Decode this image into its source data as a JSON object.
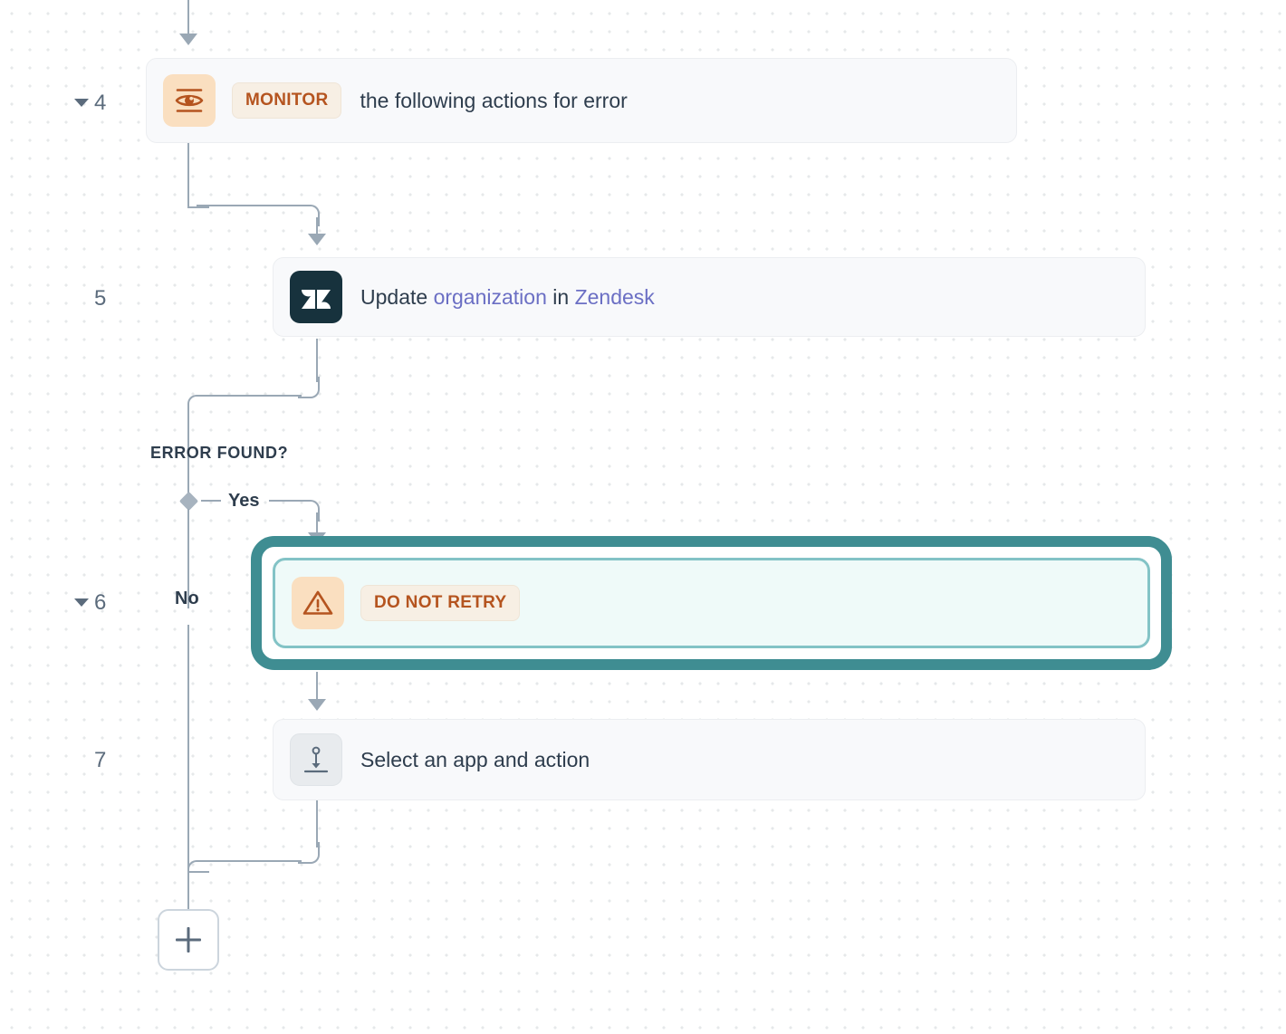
{
  "canvas": {
    "background": "#ffffff",
    "grid_dot_color": "#e6e8ea",
    "connector_color": "#9aa8b5"
  },
  "colors": {
    "accent_selected_outer": "#3f8d92",
    "accent_selected_inner": "#83c3c6",
    "selected_fill": "#effaf9",
    "badge_text": "#b5541f",
    "badge_bg": "#f7efe4",
    "icon_tile_peach": "#fadfc0",
    "zendesk_navy": "#17323d",
    "link_text": "#6b6fc4",
    "body_text": "#2e3d4d",
    "step_number": "#5b6b7c"
  },
  "steps": [
    {
      "number": "4",
      "collapsible": true,
      "icon": "eye-icon",
      "badge": "MONITOR",
      "label": "the following actions for error"
    },
    {
      "number": "5",
      "collapsible": false,
      "icon": "zendesk-logo-icon",
      "label_parts": [
        {
          "text": "Update ",
          "link": false
        },
        {
          "text": "organization",
          "link": true
        },
        {
          "text": " in ",
          "link": false
        },
        {
          "text": "Zendesk",
          "link": true
        }
      ]
    },
    {
      "number": "6",
      "collapsible": true,
      "selected": true,
      "icon": "warning-triangle-icon",
      "badge": "DO NOT RETRY",
      "label": ""
    },
    {
      "number": "7",
      "collapsible": false,
      "icon": "select-action-placeholder-icon",
      "label": "Select an app and action"
    }
  ],
  "branch": {
    "title": "ERROR FOUND?",
    "yes_label": "Yes",
    "no_label": "No"
  },
  "add_step_button": {
    "icon": "plus-icon",
    "tooltip": "+"
  }
}
